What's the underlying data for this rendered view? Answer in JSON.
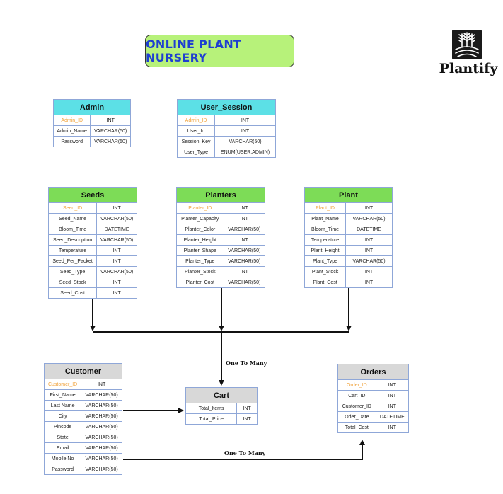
{
  "title": "ONLINE PLANT NURSERY",
  "brand": "Plantify",
  "logo_icon": "plant-field-logo-icon",
  "colors": {
    "cyan_header": "#5ce0e6",
    "green_header": "#7ddc57",
    "gray_header": "#d8d8d8",
    "title_bg": "#b7f27a",
    "title_text": "#1f3fd1",
    "pk_text": "#f0a23a"
  },
  "entities": {
    "admin": {
      "name": "Admin",
      "rows": [
        [
          "Admin_ID",
          "INT"
        ],
        [
          "Admin_Name",
          "VARCHAR(50)"
        ],
        [
          "Password",
          "VARCHAR(50)"
        ]
      ]
    },
    "user_session": {
      "name": "User_Session",
      "rows": [
        [
          "Admin_ID",
          "INT"
        ],
        [
          "User_Id",
          "INT"
        ],
        [
          "Session_Key",
          "VARCHAR(50)"
        ],
        [
          "User_Type",
          "ENUM(USER,ADMIN)"
        ]
      ]
    },
    "seeds": {
      "name": "Seeds",
      "rows": [
        [
          "Seed_ID",
          "INT"
        ],
        [
          "Seed_Name",
          "VARCHAR(50)"
        ],
        [
          "Bloom_Time",
          "DATETIME"
        ],
        [
          "Seed_Description",
          "VARCHAR(50)"
        ],
        [
          "Temperature",
          "INT"
        ],
        [
          "Seed_Per_Packet",
          "INT"
        ],
        [
          "Seed_Type",
          "VARCHAR(50)"
        ],
        [
          "Seed_Stock",
          "INT"
        ],
        [
          "Seed_Cost",
          "INT"
        ]
      ]
    },
    "planters": {
      "name": "Planters",
      "rows": [
        [
          "Planter_ID",
          "INT"
        ],
        [
          "Planter_Capacity",
          "INT"
        ],
        [
          "Planter_Color",
          "VARCHAR(50)"
        ],
        [
          "Planter_Height",
          "INT"
        ],
        [
          "Planter_Shape",
          "VARCHAR(50)"
        ],
        [
          "Planter_Type",
          "VARCHAR(50)"
        ],
        [
          "Planter_Stock",
          "INT"
        ],
        [
          "Planter_Cost",
          "VARCHAR(50)"
        ]
      ]
    },
    "plant": {
      "name": "Plant",
      "rows": [
        [
          "Plant_ID",
          "INT"
        ],
        [
          "Plant_Name",
          "VARCHAR(50)"
        ],
        [
          "Bloom_Time",
          "DATETIME"
        ],
        [
          "Temperature",
          "INT"
        ],
        [
          "Plant_Height",
          "INT"
        ],
        [
          "Plant_Type",
          "VARCHAR(50)"
        ],
        [
          "Plant_Stock",
          "INT"
        ],
        [
          "Plant_Cost",
          "INT"
        ]
      ]
    },
    "customer": {
      "name": "Customer",
      "rows": [
        [
          "Customer_ID",
          "INT"
        ],
        [
          "First_Name",
          "VARCHAR(50)"
        ],
        [
          "Last Name",
          "VARCHAR(50)"
        ],
        [
          "City",
          "VARCHAR(50)"
        ],
        [
          "Pincode",
          "VARCHAR(50)"
        ],
        [
          "State",
          "VARCHAR(50)"
        ],
        [
          "Email",
          "VARCHAR(50)"
        ],
        [
          "Mobile No",
          "VARCHAR(50)"
        ],
        [
          "Password",
          "VARCHAR(50)"
        ]
      ]
    },
    "cart": {
      "name": "Cart",
      "rows": [
        [
          "Total_Items",
          "INT"
        ],
        [
          "Total_Price",
          "INT"
        ]
      ]
    },
    "orders": {
      "name": "Orders",
      "rows": [
        [
          "Order_ID",
          "INT"
        ],
        [
          "Cart_ID",
          "INT"
        ],
        [
          "Customer_ID",
          "INT"
        ],
        [
          "Oder_Date",
          "DATETIME"
        ],
        [
          "Total_Cost",
          "INT"
        ]
      ]
    }
  },
  "relations": {
    "products_to_cart": "One To Many",
    "customer_to_orders": "One To Many"
  }
}
